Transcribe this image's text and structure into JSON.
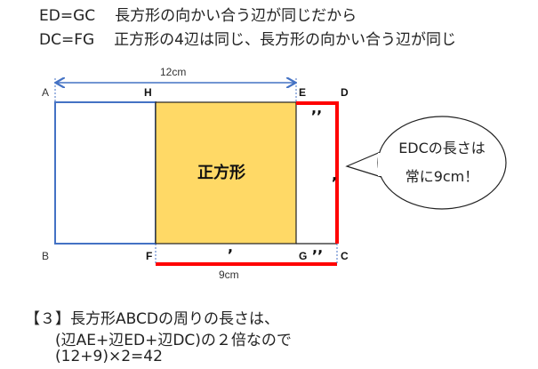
{
  "explanation": {
    "line1_eq": "ED=GC",
    "line1_text": "長方形の向かい合う辺が同じだから",
    "line2_eq": "DC=FG",
    "line2_text": "正方形の4辺は同じ、長方形の向かい合う辺が同じ"
  },
  "figure": {
    "width_label": "12cm",
    "bottom_label": "9cm",
    "square_label": "正方形",
    "points": {
      "A": "A",
      "B": "B",
      "H": "H",
      "E": "E",
      "D": "D",
      "F": "F",
      "G": "G",
      "C": "C"
    },
    "colors": {
      "rect": "#4472c4",
      "square": "#ffd966",
      "highlight": "#ff0000"
    }
  },
  "bubble": {
    "line1": "EDCの長さは",
    "line2": "常に9cm！"
  },
  "answer": {
    "number": "【３】",
    "line1": "長方形ABCDの周りの長さは、",
    "line2": "(辺AE+辺ED+辺DC)の２倍なので",
    "line3": "(12+9)×2=42"
  }
}
